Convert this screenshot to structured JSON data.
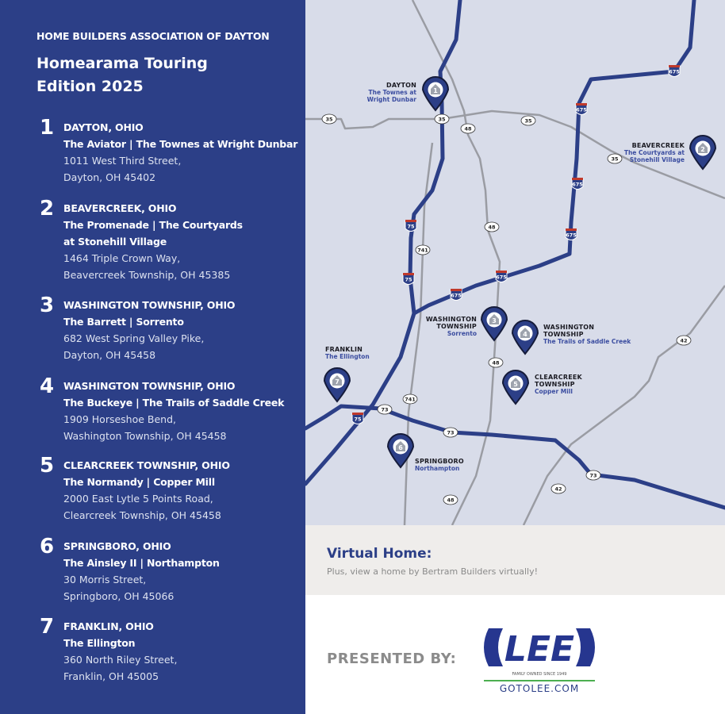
{
  "header": {
    "org": "HOME BUILDERS ASSOCIATION OF DAYTON",
    "title_line1": "Homearama Touring",
    "title_line2": "Edition 2025"
  },
  "stops": [
    {
      "num": "1",
      "city": "DAYTON, OHIO",
      "homes": [
        "The Aviator | The Townes at Wright Dunbar"
      ],
      "address": [
        "1011 West Third Street,",
        "Dayton, OH 45402"
      ]
    },
    {
      "num": "2",
      "city": "BEAVERCREEK, OHIO",
      "homes": [
        "The Promenade | The Courtyards",
        "at Stonehill Village"
      ],
      "address": [
        "1464 Triple Crown Way,",
        "Beavercreek Township, OH 45385"
      ]
    },
    {
      "num": "3",
      "city": "WASHINGTON TOWNSHIP, OHIO",
      "homes": [
        "The Barrett | Sorrento"
      ],
      "address": [
        "682 West Spring Valley Pike,",
        "Dayton, OH 45458"
      ]
    },
    {
      "num": "4",
      "city": "WASHINGTON TOWNSHIP, OHIO",
      "homes": [
        "The Buckeye | The Trails of Saddle Creek"
      ],
      "address": [
        "1909 Horseshoe Bend,",
        "Washington Township, OH 45458"
      ]
    },
    {
      "num": "5",
      "city": "CLEARCREEK TOWNSHIP, OHIO",
      "homes": [
        "The Normandy | Copper Mill"
      ],
      "address": [
        "2000 East Lytle 5 Points Road,",
        "Clearcreek Township, OH 45458"
      ]
    },
    {
      "num": "6",
      "city": "SPRINGBORO, OHIO",
      "homes": [
        "The Ainsley II | Northampton"
      ],
      "address": [
        "30 Morris Street,",
        "Springboro, OH 45066"
      ]
    },
    {
      "num": "7",
      "city": "FRANKLIN, OHIO",
      "homes": [
        "The Ellington"
      ],
      "address": [
        "360 North Riley Street,",
        "Franklin, OH 45005"
      ]
    }
  ],
  "map": {
    "markers": [
      {
        "num": "1",
        "city": "DAYTON",
        "home": [
          "The Townes at",
          "Wright Dunbar"
        ]
      },
      {
        "num": "2",
        "city": "BEAVERCREEK",
        "home": [
          "The Courtyards at",
          "Stonehill Village"
        ]
      },
      {
        "num": "3",
        "city": [
          "WASHINGTON",
          "TOWNSHIP"
        ],
        "home": "Sorrento"
      },
      {
        "num": "4",
        "city": [
          "WASHINGTON",
          "TOWNSHIP"
        ],
        "home": "The Trails of Saddle Creek"
      },
      {
        "num": "5",
        "city": [
          "CLEARCREEK",
          "TOWNSHIP"
        ],
        "home": "Copper Mill"
      },
      {
        "num": "6",
        "city": "SPRINGBORO",
        "home": "Northampton"
      },
      {
        "num": "7",
        "city": "FRANKLIN",
        "home": "The Ellington"
      }
    ],
    "routes": {
      "us35": "35",
      "sr48": "48",
      "i675": "675",
      "i75": "75",
      "sr741": "741",
      "sr73": "73",
      "sr42": "42"
    },
    "colors": {
      "highway": "#2c3f87",
      "road": "#9a9ca3",
      "background": "#d8dce9"
    }
  },
  "virtual": {
    "title": "Virtual Home:",
    "subtitle": "Plus, view a home by Bertram Builders virtually!"
  },
  "sponsor": {
    "presented_by": "PRESENTED BY:",
    "logo_text": "LEE",
    "tagline": "FAMILY OWNED SINCE 1949",
    "url": "GOTOLEE.COM"
  }
}
